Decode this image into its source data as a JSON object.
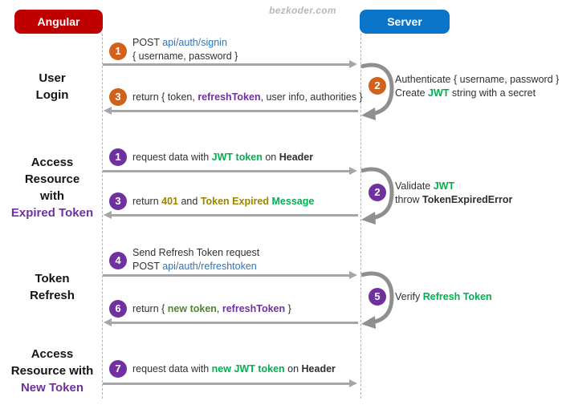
{
  "watermark": "bezkoder.com",
  "actors": {
    "left": "Angular",
    "right": "Server"
  },
  "colors": {
    "angular_box": "#c00000",
    "server_box": "#0a74c8",
    "arrow": "#a6a6a6",
    "loop_arrow": "#8f8f8f",
    "badge_orange": "#d2611c",
    "badge_purple": "#7030a0",
    "link_blue": "#2e75b6",
    "green": "#00b050",
    "dark_green": "#538135",
    "gold": "#9c8400",
    "purple": "#7030a0",
    "text": "#303030"
  },
  "section_labels": {
    "user_login": [
      [
        {
          "t": "User"
        }
      ],
      [
        {
          "t": "Login"
        }
      ]
    ],
    "expired_token": [
      [
        {
          "t": "Access"
        }
      ],
      [
        {
          "t": "Resource"
        }
      ],
      [
        {
          "t": "with"
        }
      ],
      [
        {
          "t": "Expired Token",
          "c": "#7030a0"
        }
      ]
    ],
    "token_refresh": [
      [
        {
          "t": "Token"
        }
      ],
      [
        {
          "t": "Refresh"
        }
      ]
    ],
    "new_token": [
      [
        {
          "t": "Access"
        }
      ],
      [
        {
          "t": "Resource with"
        }
      ],
      [
        {
          "t": "New Token",
          "c": "#7030a0"
        }
      ]
    ]
  },
  "steps": {
    "login_request": {
      "num": "1",
      "lines": [
        [
          {
            "t": "POST "
          },
          {
            "t": "api/auth/signin",
            "c": "#2e75b6"
          }
        ],
        [
          {
            "t": "{ username, password }"
          }
        ]
      ]
    },
    "login_server": {
      "num": "2",
      "lines": [
        [
          {
            "t": "Authenticate { username, password }"
          }
        ],
        [
          {
            "t": "Create "
          },
          {
            "t": "JWT",
            "c": "#00b050",
            "b": true
          },
          {
            "t": " string with a secret"
          }
        ]
      ]
    },
    "login_response": {
      "num": "3",
      "lines": [
        [
          {
            "t": "return { token, "
          },
          {
            "t": "refreshToken",
            "c": "#7030a0",
            "b": true
          },
          {
            "t": ", user info, authorities }"
          }
        ]
      ]
    },
    "expired_request": {
      "num": "1",
      "lines": [
        [
          {
            "t": "request data with "
          },
          {
            "t": "JWT token",
            "c": "#00b050",
            "b": true
          },
          {
            "t": " on "
          },
          {
            "t": "Header",
            "b": true
          }
        ]
      ]
    },
    "expired_server": {
      "num": "2",
      "lines": [
        [
          {
            "t": "Validate "
          },
          {
            "t": "JWT",
            "c": "#00b050",
            "b": true
          }
        ],
        [
          {
            "t": "throw "
          },
          {
            "t": "TokenExpiredError",
            "b": true
          }
        ]
      ]
    },
    "expired_response": {
      "num": "3",
      "lines": [
        [
          {
            "t": "return "
          },
          {
            "t": "401",
            "c": "#9c8400",
            "b": true
          },
          {
            "t": " and "
          },
          {
            "t": "Token Expired",
            "c": "#9c8400",
            "b": true
          },
          {
            "t": " "
          },
          {
            "t": "Message",
            "c": "#00b050",
            "b": true
          }
        ]
      ]
    },
    "refresh_request": {
      "num": "4",
      "lines": [
        [
          {
            "t": "Send Refresh Token request"
          }
        ],
        [
          {
            "t": "POST "
          },
          {
            "t": "api/auth/refreshtoken",
            "c": "#2e75b6"
          }
        ]
      ]
    },
    "refresh_server": {
      "num": "5",
      "lines": [
        [
          {
            "t": "Verify "
          },
          {
            "t": "Refresh Token",
            "c": "#00b050",
            "b": true
          }
        ]
      ]
    },
    "refresh_response": {
      "num": "6",
      "lines": [
        [
          {
            "t": "return { "
          },
          {
            "t": "new token",
            "c": "#538135",
            "b": true
          },
          {
            "t": ", "
          },
          {
            "t": "refreshToken",
            "c": "#7030a0",
            "b": true
          },
          {
            "t": " }"
          }
        ]
      ]
    },
    "new_token_request": {
      "num": "7",
      "lines": [
        [
          {
            "t": "request data with "
          },
          {
            "t": "new JWT token",
            "c": "#00b050",
            "b": true
          },
          {
            "t": " on "
          },
          {
            "t": "Header",
            "b": true
          }
        ]
      ]
    }
  }
}
